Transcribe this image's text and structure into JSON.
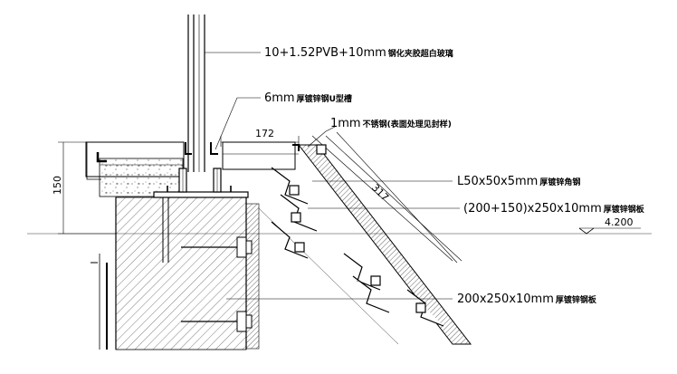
{
  "labels": {
    "glass": {
      "main": "10+1.52PVB+10mm",
      "cn": "钢化夹胶超白玻璃"
    },
    "u_channel": {
      "main": "6mm",
      "cn": "厚镀锌钢U型槽"
    },
    "steel_sheet": {
      "main": "1mm",
      "cn": "不锈钢(表面处理见封样)"
    },
    "angle": {
      "main": "L50x50x5mm",
      "cn": "厚镀锌角钢"
    },
    "plate_upper": {
      "main": "(200+150)x250x10mm",
      "cn": "厚镀锌钢板"
    },
    "plate_lower": {
      "main": "200x250x10mm",
      "cn": "厚镀锌钢板"
    }
  },
  "dimensions": {
    "width_172": "172",
    "diagonal_317": "317",
    "height_150": "150",
    "elevation": "4.200"
  }
}
